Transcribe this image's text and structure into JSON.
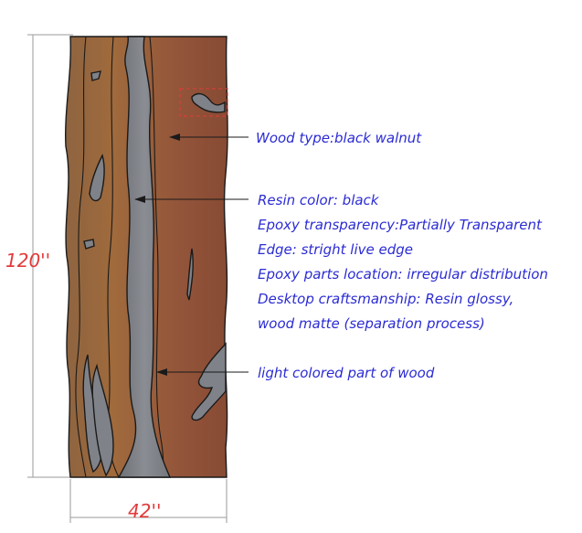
{
  "dimensions": {
    "length": "120''",
    "width": "42''"
  },
  "annotations": {
    "wood_type": "Wood type:black walnut",
    "resin_color": "Resin color: black",
    "epoxy_transparency": "Epoxy transparency:Partially Transparent",
    "edge": "Edge: stright live edge",
    "epoxy_parts_location": "Epoxy parts location: irregular distribution",
    "desktop_craftsmanship_1": "Desktop craftsmanship: Resin glossy,",
    "desktop_craftsmanship_2": "wood matte (separation process)",
    "light_part": "light colored part of wood"
  },
  "colors": {
    "wood_light": "#a06a3c",
    "wood_dark": "#8a4f35",
    "resin": "#7f8288",
    "annotation_text": "#2b2bd4",
    "dimension_text": "#e23a3a",
    "highlight_box": "#e23a3a"
  }
}
